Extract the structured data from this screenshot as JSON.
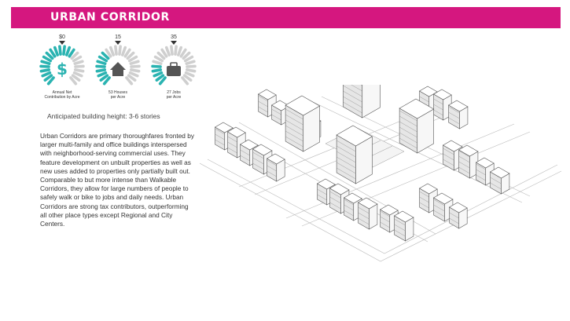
{
  "header": {
    "title": "URBAN CORRIDOR",
    "bar_color": "#d5177f"
  },
  "gauges": [
    {
      "value_label": "$0",
      "icon": "dollar-icon",
      "caption": [
        "Annual Net",
        "Contribution by Acre"
      ],
      "color": "#2ab3b1",
      "fill": 0.62
    },
    {
      "value_label": "15",
      "icon": "house-icon",
      "caption": [
        "53 Houses",
        "per Acre"
      ],
      "color": "#2ab3b1",
      "fill": 0.38
    },
    {
      "value_label": "35",
      "icon": "briefcase-icon",
      "caption": [
        "27 Jobs",
        "per Acre"
      ],
      "color": "#2ab3b1",
      "fill": 0.22
    }
  ],
  "height_note": "Anticipated building height: 3-6 stories",
  "description": "Urban Corridors are primary thoroughfares fronted by larger multi-family and office buildings interspersed with neighborhood-serving commercial uses. They feature development on unbuilt properties as well as new uses added to properties only partially built out. Comparable to but more intense than Walkable Corridors, they allow for large numbers of people to safely walk or bike to jobs and daily needs. Urban Corridors are strong tax contributors, outperforming all other place types except Regional and City Centers."
}
